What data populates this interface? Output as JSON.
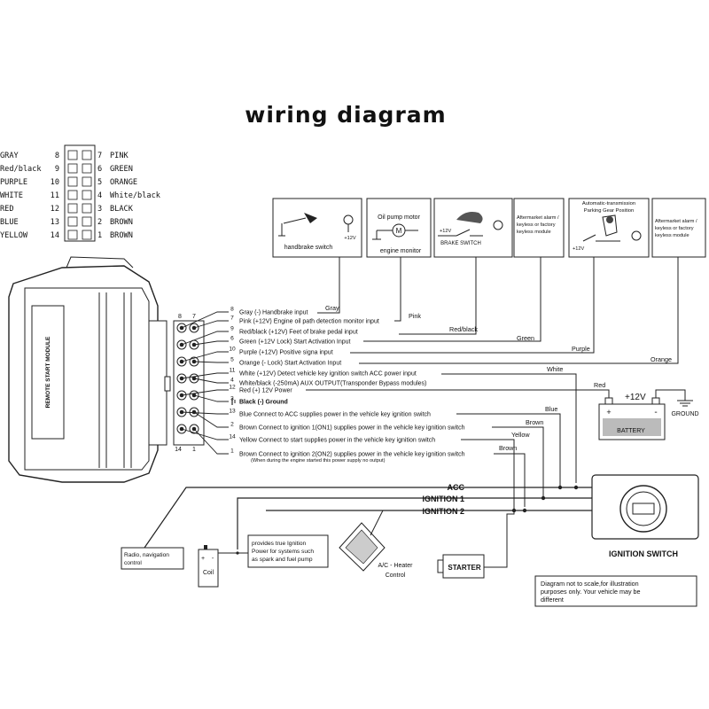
{
  "title": "wiring diagram",
  "connector_legend": {
    "left": [
      {
        "color": "GRAY",
        "pin": "8"
      },
      {
        "color": "Red/black",
        "pin": "9"
      },
      {
        "color": "PURPLE",
        "pin": "10"
      },
      {
        "color": "WHITE",
        "pin": "11"
      },
      {
        "color": "RED",
        "pin": "12"
      },
      {
        "color": "BLUE",
        "pin": "13"
      },
      {
        "color": "YELLOW",
        "pin": "14"
      }
    ],
    "right": [
      {
        "pin": "7",
        "color": "PINK"
      },
      {
        "pin": "6",
        "color": "GREEN"
      },
      {
        "pin": "5",
        "color": "ORANGE"
      },
      {
        "pin": "4",
        "color": "White/black"
      },
      {
        "pin": "3",
        "color": "BLACK"
      },
      {
        "pin": "2",
        "color": "BROWN"
      },
      {
        "pin": "1",
        "color": "BROWN"
      }
    ]
  },
  "module": {
    "label": "REMOTE START MODULE",
    "connector_top_left": "8",
    "connector_top_right": "7",
    "connector_bottom_left": "14",
    "connector_bottom_right": "1"
  },
  "pins": [
    {
      "num": "8",
      "desc": "Gray  (-) Handbrake input"
    },
    {
      "num": "7",
      "desc": "Pink (+12V) Engine oil path detection monitor input"
    },
    {
      "num": "9",
      "desc": "Red/black  (+12V) Feet of brake pedal input"
    },
    {
      "num": "6",
      "desc": "Green (+12V Lock) Start Activation Input"
    },
    {
      "num": "10",
      "desc": "Purple  (+12V) Positive signa input"
    },
    {
      "num": "5",
      "desc": "Orange  (- Lock)  Start Activation Input"
    },
    {
      "num": "11",
      "desc": "White  (+12V) Detect vehicle key ignition switch ACC power input"
    },
    {
      "num": "4",
      "desc": "White/black (-250mA) AUX OUTPUT(Transponder Bypass modules)"
    },
    {
      "num": "12",
      "desc": "Red  (+) 12V Power"
    },
    {
      "num": "3",
      "desc": "Black  (-) Ground"
    },
    {
      "num": "13",
      "desc": "Blue  Connect to ACC supplies power in the vehicle key ignition switch"
    },
    {
      "num": "2",
      "desc": "Brown  Connect to ignition 1(ON1) supplies power in the vehicle key ignition switch"
    },
    {
      "num": "14",
      "desc": "Yellow  Connect to start supplies power in the vehicle key ignition switch"
    },
    {
      "num": "1",
      "desc": "Brown  Connect to ignition 2(ON2) supplies power in the vehicle key ignition switch"
    }
  ],
  "pin1_note": "(When during the engine started this power supply no output)",
  "wire_labels": {
    "gray": "Gray",
    "pink": "Pink",
    "red_black": "Red/black",
    "green": "Green",
    "purple": "Purple",
    "orange": "Orange",
    "white": "White",
    "red": "Red",
    "blue": "Blue",
    "brown1": "Brown",
    "yellow": "Yellow",
    "brown2": "Brown"
  },
  "top_boxes": {
    "handbrake": {
      "label": "handbrake switch",
      "volt": "+12V"
    },
    "oil": {
      "title": "Oil pump motor",
      "label": "engine monitor",
      "motor": "M"
    },
    "brake": {
      "volt": "+12V",
      "label": "BRAKE SWITCH"
    },
    "alarm1": {
      "text": [
        "Aftermarket alarm /",
        "keyless or factory",
        "keyless module"
      ]
    },
    "parking": {
      "title": [
        "Automatic-transmission",
        "Parking Gear Position"
      ],
      "volt": "+12V"
    },
    "alarm2": {
      "text": [
        "Aftermarket alarm /",
        "keyless or factory",
        "keyless module"
      ]
    }
  },
  "battery": {
    "volt": "+12V",
    "label": "BATTERY",
    "ground": "GROUND",
    "plus": "+",
    "minus": "-"
  },
  "bus": {
    "acc": "ACC",
    "ign1": "IGNITION 1",
    "ign2": "IGNITION 2"
  },
  "ignition_switch": "IGNITION SWITCH",
  "radio": [
    "Radio, navigation",
    "control"
  ],
  "coil": {
    "label": "Coil",
    "plus": "+",
    "minus": "-"
  },
  "ignition_note": [
    "provides true Ignition",
    "Power for systems such",
    "as spark and fuel pump"
  ],
  "ac_heater": [
    "A/C - Heater",
    "Control"
  ],
  "starter": "STARTER",
  "disclaimer": [
    "Diagram not to scale,for illustration",
    "purposes only. Your vehicle may be",
    "different"
  ]
}
